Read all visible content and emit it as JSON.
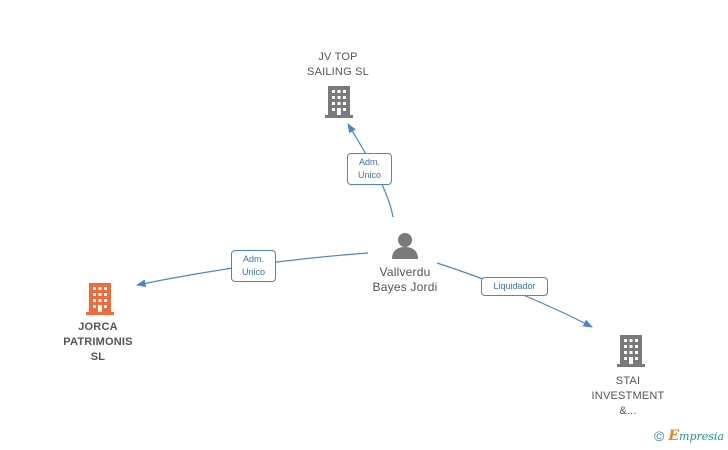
{
  "colors": {
    "edge": "#4a86c8",
    "building_default": "#7a7a7a",
    "building_highlight": "#f26a3b",
    "person": "#7a7a7a"
  },
  "nodes": {
    "jv_top": {
      "line1": "JV TOP",
      "line2": "SAILING  SL",
      "icon": "building-icon"
    },
    "jorca": {
      "line1": "JORCA",
      "line2": "PATRIMONIS",
      "line3": "SL",
      "icon": "building-icon"
    },
    "stai": {
      "line1": "STAI",
      "line2": "INVESTMENT",
      "line3": "&...",
      "icon": "building-icon"
    },
    "person": {
      "line1": "Vallverdu",
      "line2": "Bayes Jordi",
      "icon": "person-icon"
    }
  },
  "edges": {
    "to_jv_top": {
      "line1": "Adm.",
      "line2": "Unico"
    },
    "to_jorca": {
      "line1": "Adm.",
      "line2": "Unico"
    },
    "to_stai": {
      "line1": "Liquidador"
    }
  },
  "brand": {
    "copyright_symbol": "©",
    "initial": "E",
    "name": "mpresia"
  }
}
